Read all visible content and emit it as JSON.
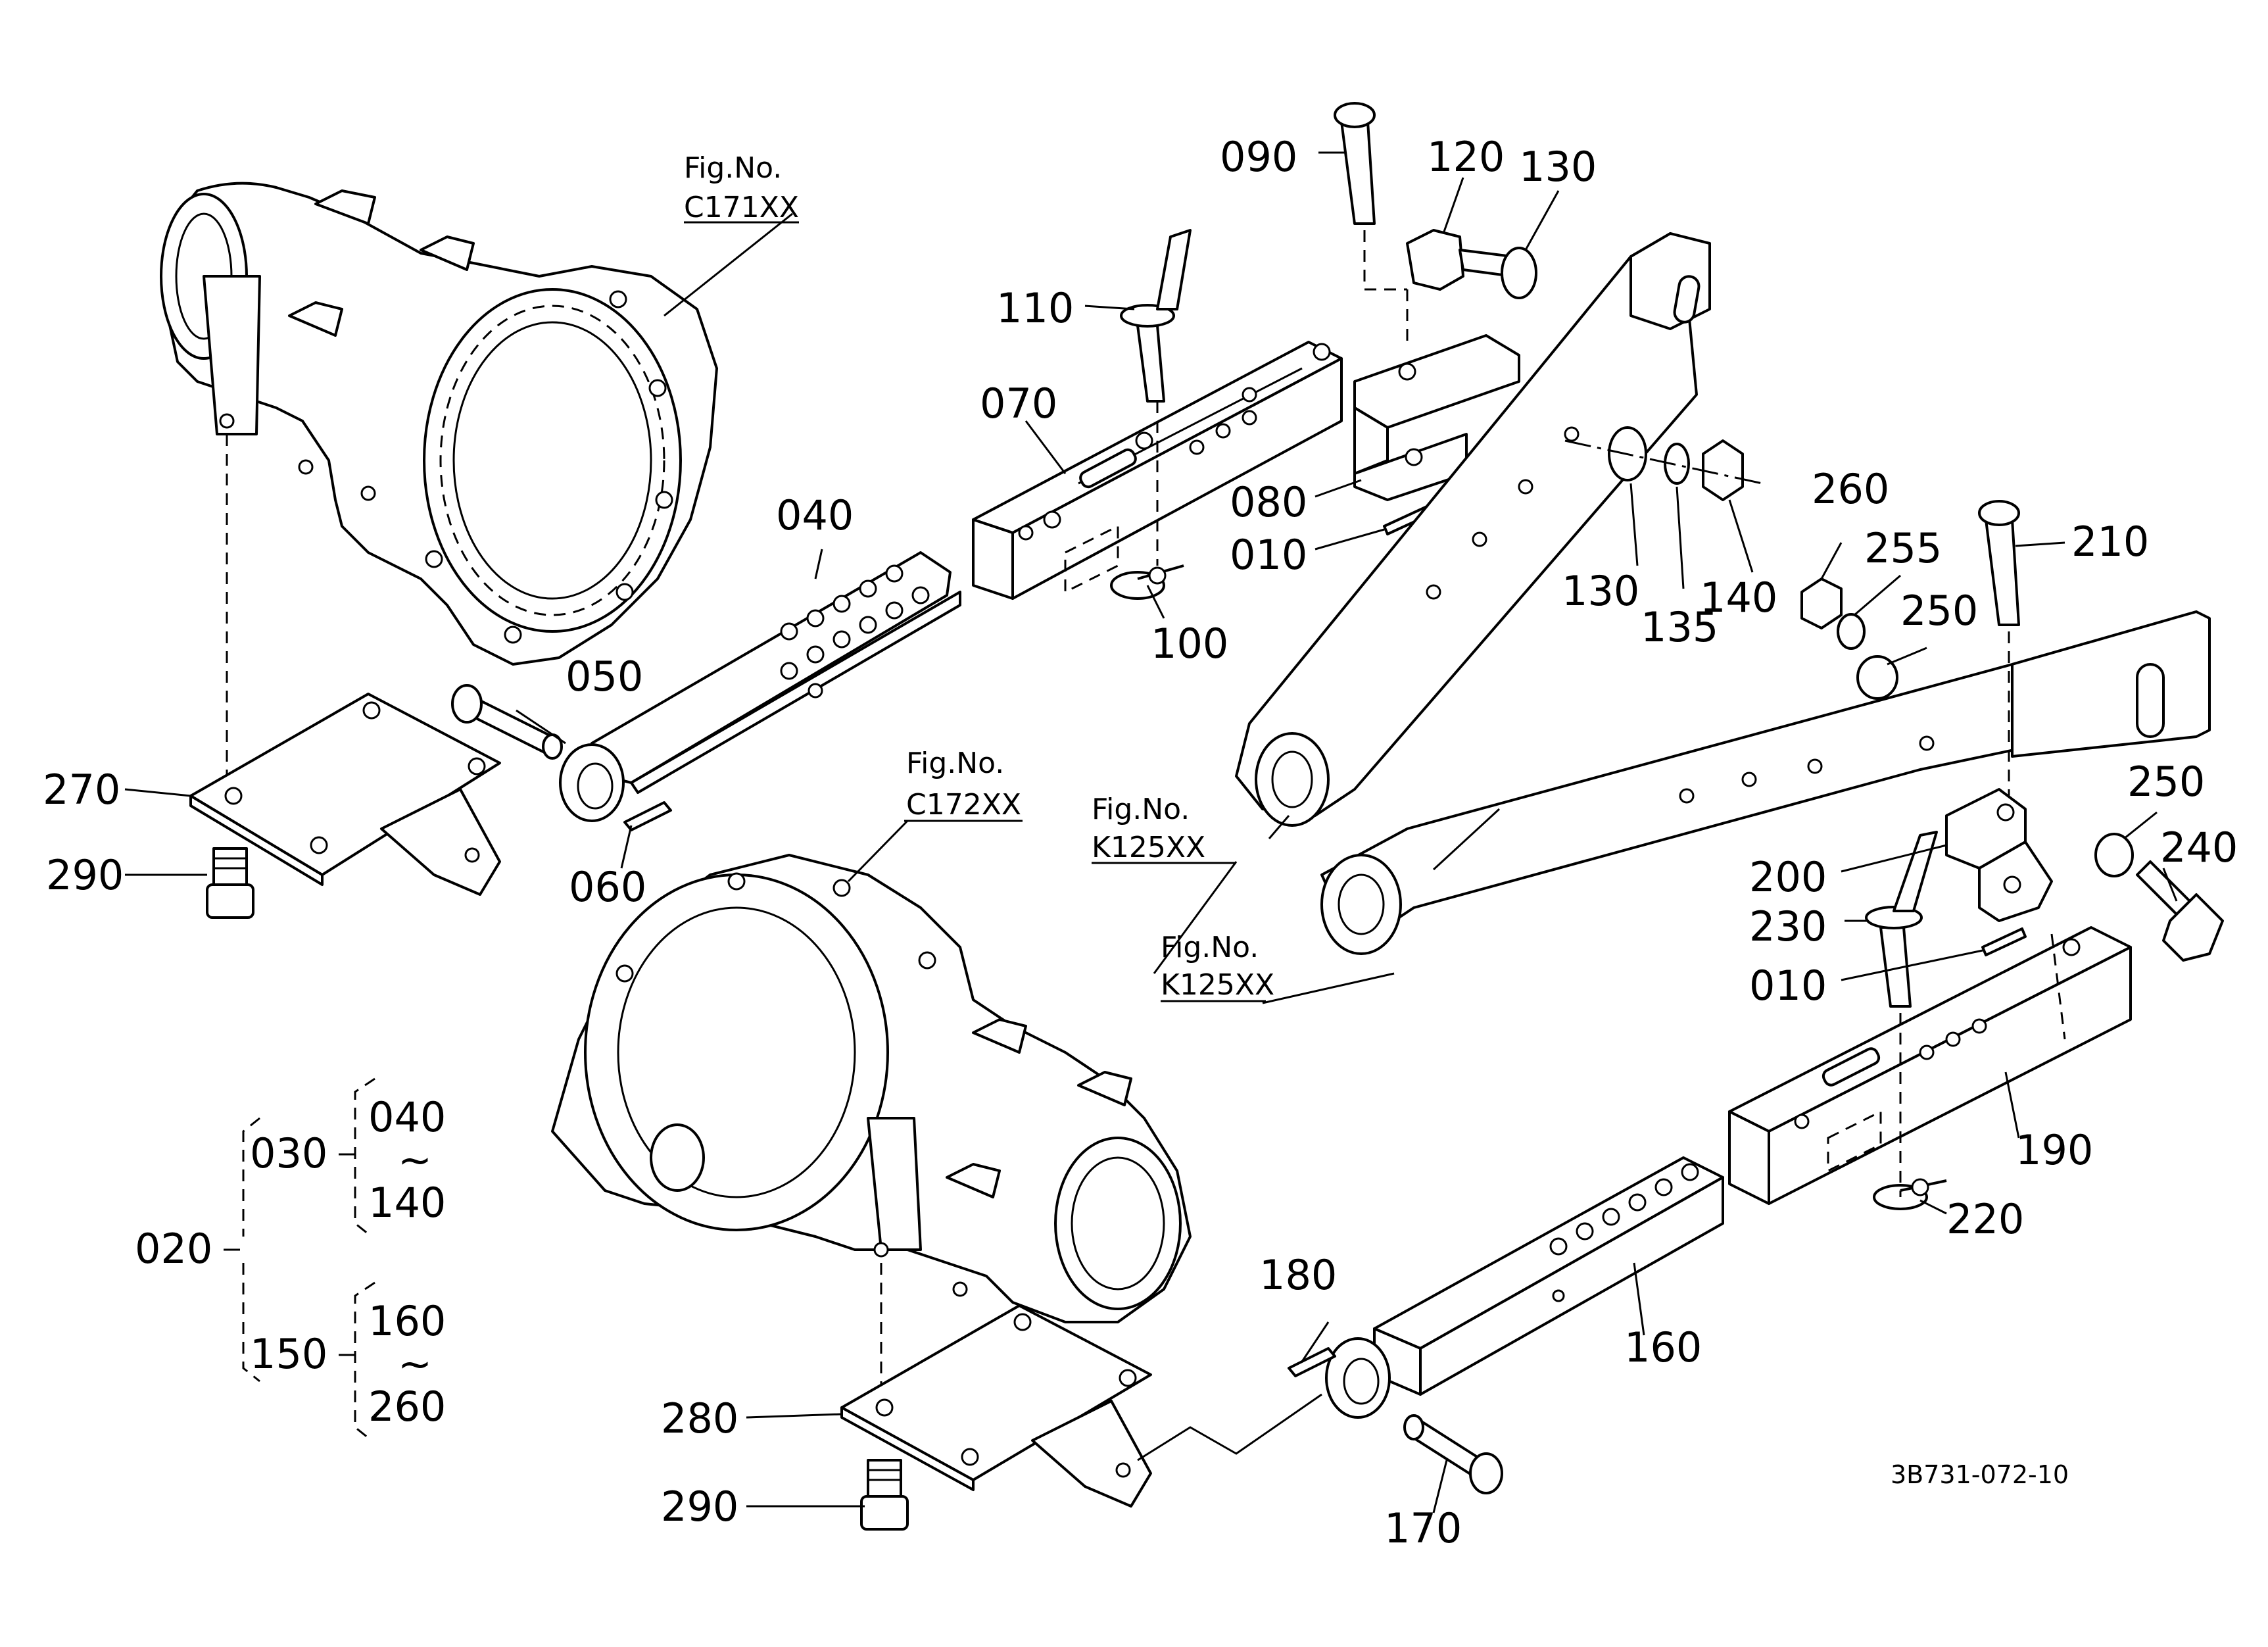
{
  "fig_refs": {
    "c171": {
      "line1": "Fig.No.",
      "line2": "C171XX"
    },
    "c172": {
      "line1": "Fig.No.",
      "line2": "C172XX"
    },
    "k125_upper": {
      "line1": "Fig.No.",
      "line2": "K125XX"
    },
    "k125_lower": {
      "line1": "Fig.No.",
      "line2": "K125XX"
    }
  },
  "labels": {
    "p010_a": "010",
    "p010_b": "010",
    "p040": "040",
    "p050": "050",
    "p060": "060",
    "p070": "070",
    "p080": "080",
    "p090": "090",
    "p100": "100",
    "p110": "110",
    "p120": "120",
    "p130_a": "130",
    "p130_b": "130",
    "p135": "135",
    "p140": "140",
    "p160": "160",
    "p170": "170",
    "p180": "180",
    "p190": "190",
    "p200": "200",
    "p210": "210",
    "p220": "220",
    "p230": "230",
    "p240": "240",
    "p250_a": "250",
    "p250_b": "250",
    "p255": "255",
    "p260": "260",
    "p270": "270",
    "p280": "280",
    "p290_a": "290",
    "p290_b": "290"
  },
  "tree": {
    "root": "020",
    "group_a": {
      "label": "030",
      "from": "040",
      "range": "~",
      "to": "140"
    },
    "group_b": {
      "label": "150",
      "from": "160",
      "range": "~",
      "to": "260"
    }
  },
  "drawing_code": "3B731-072-10"
}
